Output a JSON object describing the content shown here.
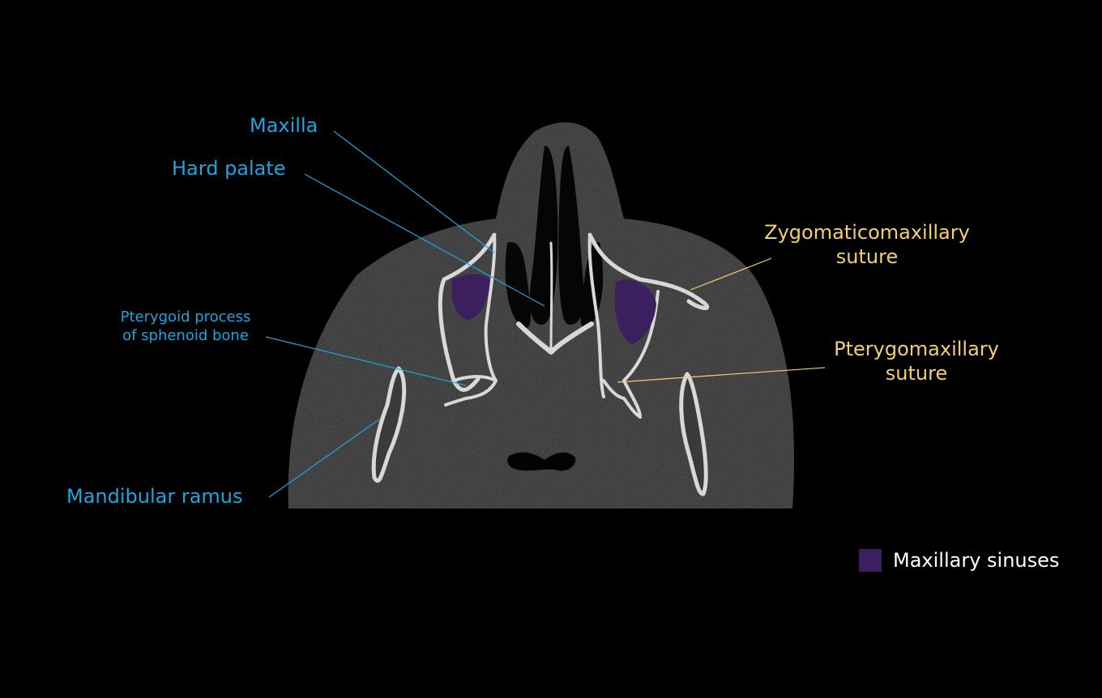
{
  "figure": {
    "type": "axial CT scan, bone window",
    "region": "paranasal sinuses / maxilla level"
  },
  "labels": {
    "maxilla": "Maxilla",
    "hard_palate": "Hard palate",
    "pterygoid_line1": "Pterygoid process",
    "pterygoid_line2": "of sphenoid bone",
    "mandibular_ramus": "Mandibular ramus",
    "zygomaticomaxillary_line1": "Zygomaticomaxillary",
    "zygomaticomaxillary_line2": "suture",
    "pterygomaxillary_line1": "Pterygomaxillary",
    "pterygomaxillary_line2": "suture"
  },
  "legend": {
    "items": [
      {
        "label": "Maxillary sinuses",
        "color": "#3b1f5e"
      }
    ]
  },
  "colors": {
    "background": "#000000",
    "bone_labels": "#1ea5e0",
    "suture_labels": "#f5cf6e",
    "sinus_highlight": "#3b1f5e"
  }
}
